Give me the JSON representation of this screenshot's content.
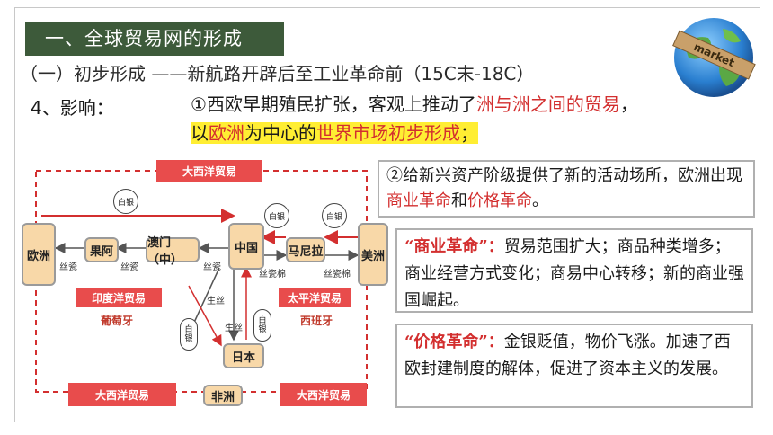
{
  "section_title": "一、全球贸易网的形成",
  "subtitle": "（一）初步形成 ——新航路开辟后至工业革命前（15C末-18C）",
  "impact_label": "4、影响：",
  "point1": {
    "prefix": "①西欧早期殖民扩张，客观上推动了",
    "red1": "洲与洲之间的贸易",
    "comma": "，",
    "hl_a": "以",
    "hl_red1": "欧洲",
    "hl_b": "为中心的",
    "hl_red2": "世界市场初步形成",
    "hl_c": "；"
  },
  "point2": {
    "prefix": "②给新兴资产阶级提供了新的活动场所，欧洲出现",
    "red1": "商业革命",
    "mid": "和",
    "red2": "价格革命",
    "suffix": "。"
  },
  "commercial": {
    "term": "“商业革命”：",
    "text": "贸易范围扩大；商品种类增多；商业经营方式变化；商易中心转移；新的商业强国崛起。"
  },
  "price": {
    "term": "“价格革命”：",
    "text": "金银贬值，物价飞涨。加速了西欧封建制度的解体，促进了资本主义的发展。"
  },
  "globe": {
    "label": "market"
  },
  "diagram": {
    "nodes": {
      "europe": "欧洲",
      "goa": "果阿",
      "macau": "澳门（中）",
      "china": "中国",
      "manila": "马尼拉",
      "america": "美洲",
      "japan": "日本",
      "africa": "非洲"
    },
    "routes": {
      "atlantic_top": "大西洋贸易",
      "indian": "印度洋贸易",
      "pacific": "太平洋贸易",
      "atlantic_bl": "大西洋贸易",
      "atlantic_br": "大西洋贸易"
    },
    "countries": {
      "portugal": "葡萄牙",
      "spain": "西班牙"
    },
    "labels": {
      "silver": "白银",
      "silk_porcelain": "丝瓷",
      "silk_porcelain_cotton": "丝瓷棉",
      "raw_silk": "生丝",
      "silver_v": "白\n银"
    }
  },
  "colors": {
    "banner": "#3d5a3a",
    "accent_red": "#d32f2f",
    "highlight": "#ffee33",
    "node_fill": "#f8d8a8",
    "route_red": "#e84c4c"
  }
}
